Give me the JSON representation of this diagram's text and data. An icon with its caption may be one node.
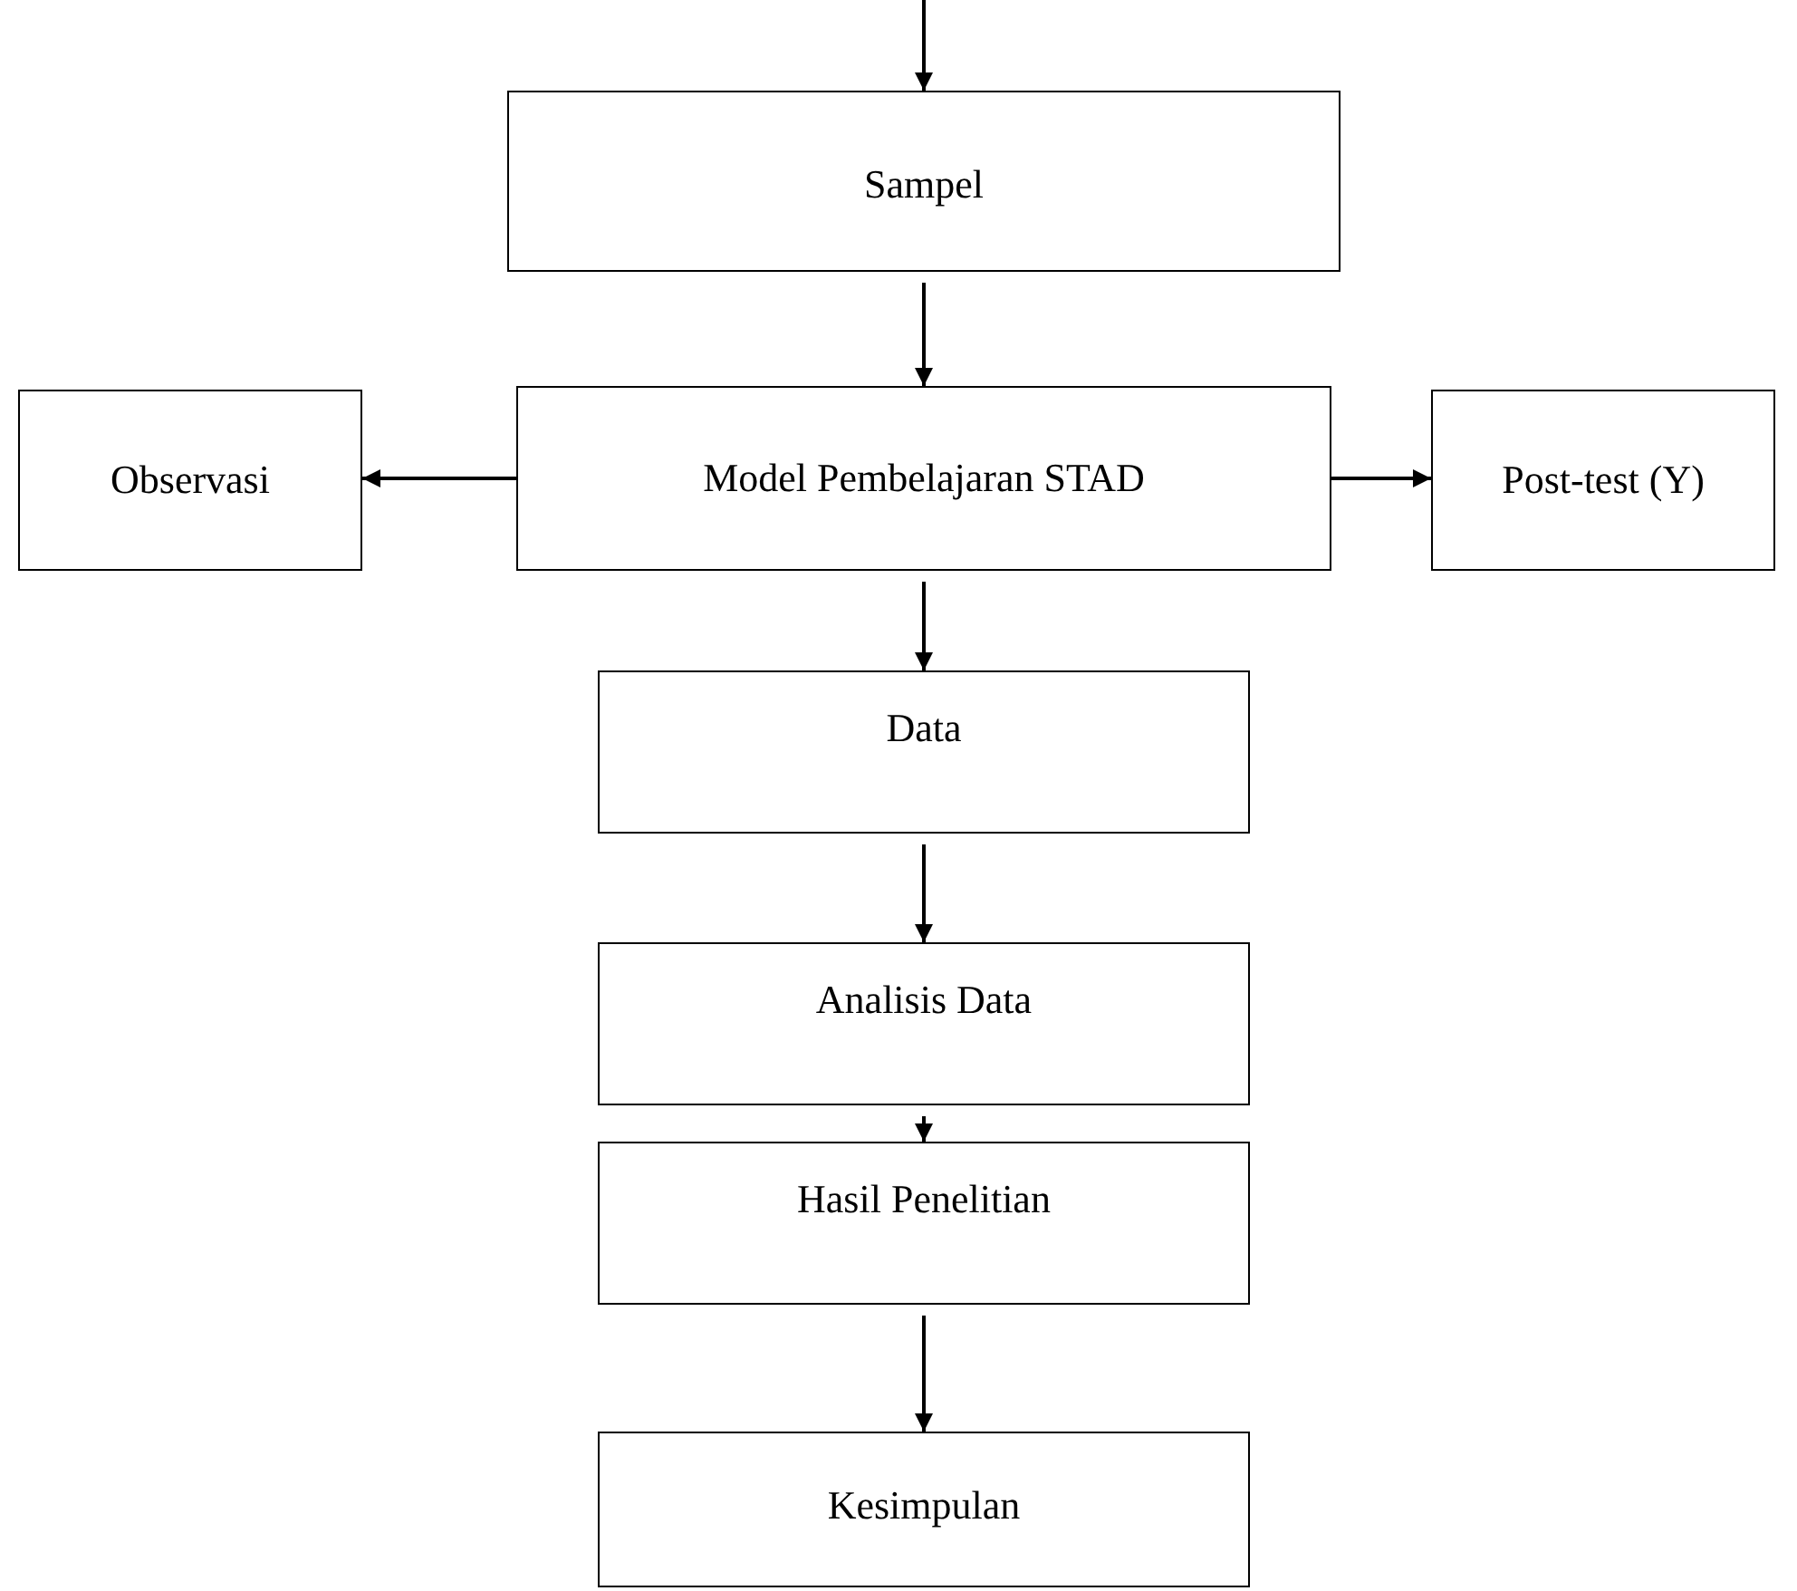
{
  "diagram": {
    "nodes": [
      {
        "text": [
          "Sampel"
        ]
      },
      {
        "text": [
          "Observasi"
        ]
      },
      {
        "text": [
          "Model Pembelajaran STAD"
        ]
      },
      {
        "text": [
          "Post-test (Y)"
        ]
      },
      {
        "text": [
          "Data"
        ]
      },
      {
        "text": [
          "Analisis Data"
        ]
      },
      {
        "text": [
          "Hasil Penelitian"
        ]
      },
      {
        "text": [
          "Kesimpulan"
        ]
      }
    ],
    "edges": [
      {
        "from": null,
        "to": 0,
        "arrow": "to"
      },
      {
        "from": 0,
        "to": 2,
        "arrow": "to"
      },
      {
        "from": 2,
        "to": 1,
        "arrow": "to"
      },
      {
        "from": 2,
        "to": 3,
        "arrow": "to"
      },
      {
        "from": 2,
        "to": 4,
        "arrow": "to"
      },
      {
        "from": 4,
        "to": 5,
        "arrow": "to"
      },
      {
        "from": 5,
        "to": 6,
        "arrow": "to"
      },
      {
        "from": 6,
        "to": 7,
        "arrow": "to"
      }
    ]
  }
}
